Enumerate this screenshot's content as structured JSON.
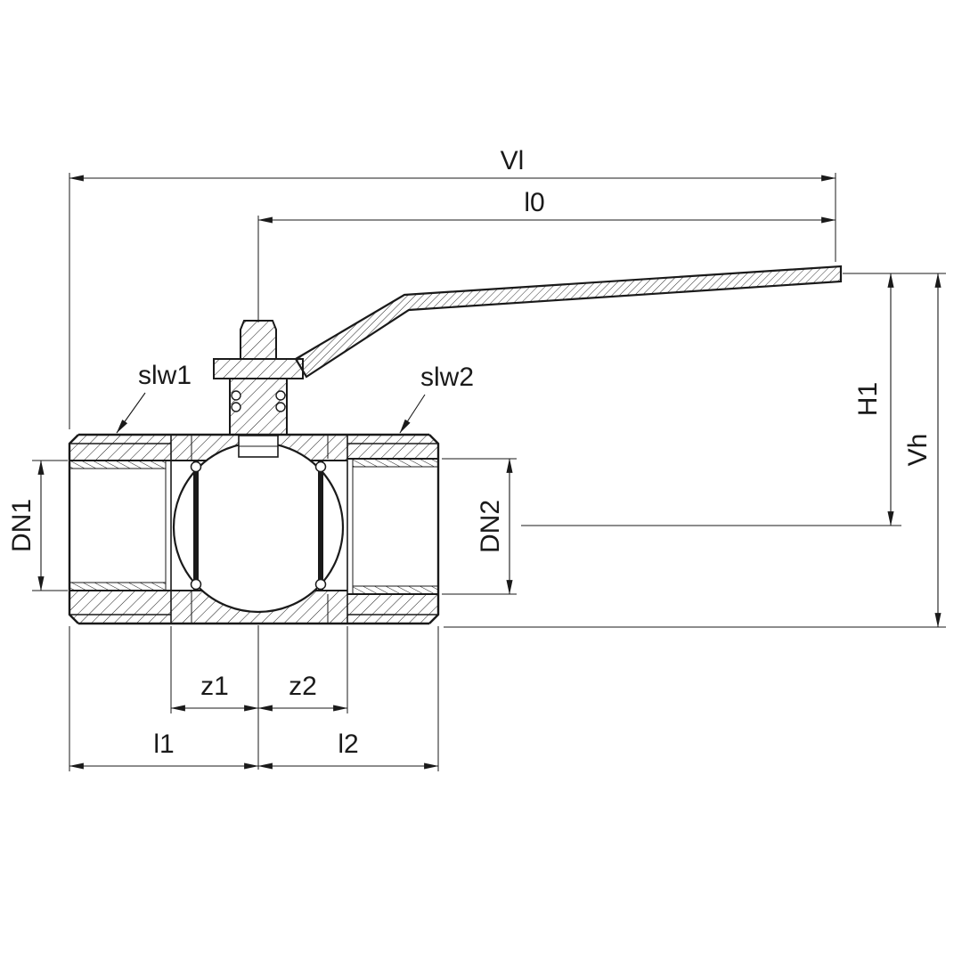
{
  "page": {
    "background_color": "#ffffff",
    "line_color": "#1a1a1a"
  },
  "drawing": {
    "kind": "ball-valve-cross-section-with-lever-handle",
    "labels": {
      "vl": "Vl",
      "l0": "l0",
      "h1": "H1",
      "vh": "Vh",
      "dn1": "DN1",
      "dn2": "DN2",
      "slw1": "slw1",
      "slw2": "slw2",
      "z1": "z1",
      "z2": "z2",
      "l1": "l1",
      "l2": "l2"
    }
  }
}
